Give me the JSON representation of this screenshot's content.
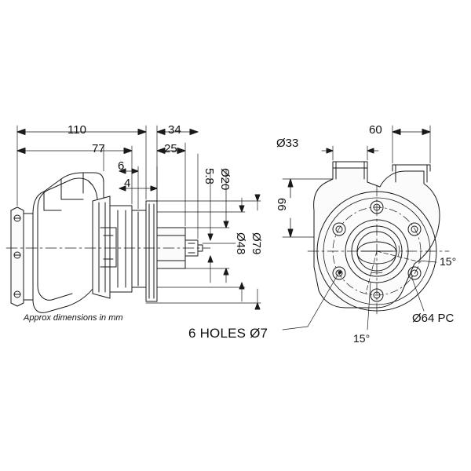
{
  "drawing": {
    "title": "Pump technical drawing — two orthographic views with dimensions",
    "units_note": "Approx dimensions in mm",
    "views": {
      "left": "side elevation",
      "right": "end elevation"
    },
    "labels": {
      "d110": "110",
      "d34": "34",
      "d77": "77",
      "d25": "25",
      "d6": "6",
      "d4": "4",
      "d58": "5.8",
      "dia20": "Ø20",
      "dia48": "Ø48",
      "dia79": "Ø79",
      "dia33": "Ø33",
      "d60": "60",
      "d66": "66",
      "ang15_top": "15°",
      "ang15_bottom": "15°",
      "dia64pc": "Ø64 PC",
      "holes": "6 HOLES Ø7"
    },
    "colors": {
      "line": "#1a1a1a",
      "background": "#ffffff",
      "fill_light": "#fbfbfb"
    }
  }
}
